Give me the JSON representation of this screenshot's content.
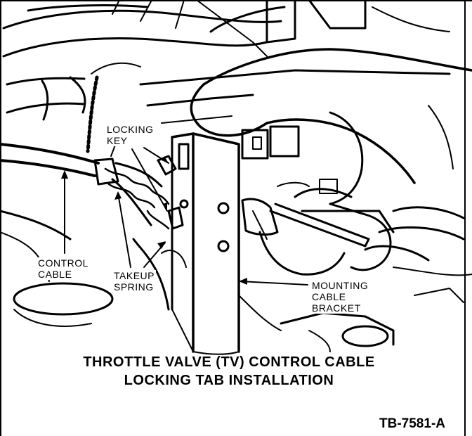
{
  "diagram": {
    "labels": {
      "locking_key": [
        "LOCKING",
        "KEY"
      ],
      "control_cable": [
        "CONTROL",
        "CABLE"
      ],
      "takeup_spring": [
        "TAKEUP",
        "SPRING"
      ],
      "mounting_cable_bracket": [
        "MOUNTING",
        "CABLE",
        "BRACKET"
      ]
    },
    "caption": {
      "line1": "THROTTLE VALVE (TV) CONTROL CABLE",
      "line2": "LOCKING TAB INSTALLATION"
    },
    "figure_id": "TB-7581-A",
    "colors": {
      "ink": "#000000",
      "paper": "#ffffff"
    }
  }
}
